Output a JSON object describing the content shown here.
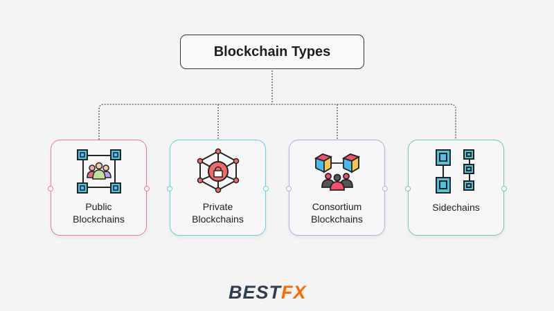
{
  "title": "Blockchain Types",
  "cards": [
    {
      "line1": "Public",
      "line2": "Blockchains",
      "icon": "public-blockchain-icon",
      "color": "#f07a8f"
    },
    {
      "line1": "Private",
      "line2": "Blockchains",
      "icon": "private-blockchain-lock-icon",
      "color": "#5fd3e0"
    },
    {
      "line1": "Consortium",
      "line2": "Blockchains",
      "icon": "consortium-blockchain-icon",
      "color": "#b9a8e8"
    },
    {
      "line1": "Sidechains",
      "line2": "",
      "icon": "sidechains-icon",
      "color": "#6cc9b4"
    }
  ],
  "logo": {
    "part1": "BEST",
    "part2": "FX",
    "color1": "#2f3d4c",
    "color2": "#ff6a00"
  }
}
